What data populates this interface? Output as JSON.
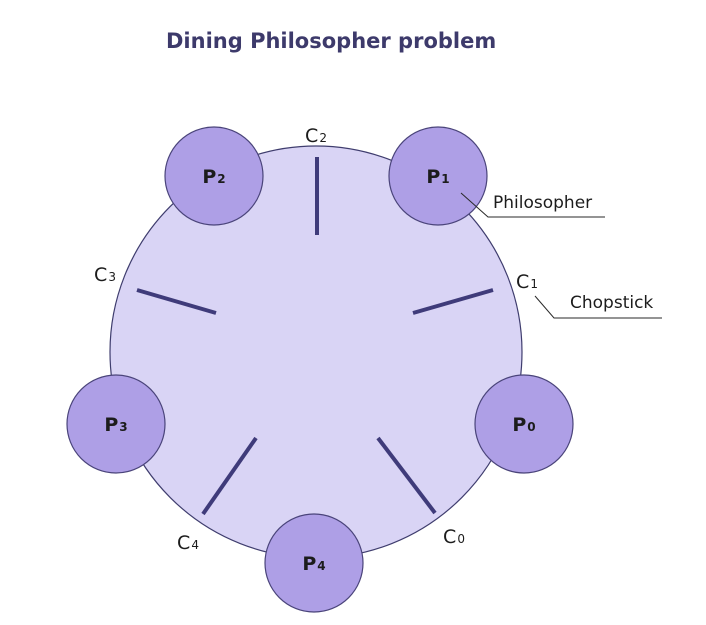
{
  "title": "Dining Philosopher problem",
  "colors": {
    "title": "#3d3a6b",
    "table_fill": "#d9d4f5",
    "table_stroke": "#3f3d6e",
    "philosopher_fill": "#ae9fe6",
    "chopstick": "#3f3b7a",
    "text": "#1c1c1c"
  },
  "philosophers": [
    {
      "label": "P",
      "index": "0"
    },
    {
      "label": "P",
      "index": "1"
    },
    {
      "label": "P",
      "index": "2"
    },
    {
      "label": "P",
      "index": "3"
    },
    {
      "label": "P",
      "index": "4"
    }
  ],
  "chopsticks": [
    {
      "label": "C",
      "index": "0"
    },
    {
      "label": "C",
      "index": "1"
    },
    {
      "label": "C",
      "index": "2"
    },
    {
      "label": "C",
      "index": "3"
    },
    {
      "label": "C",
      "index": "4"
    }
  ],
  "annotations": {
    "philosopher": "Philosopher",
    "chopstick": "Chopstick"
  }
}
